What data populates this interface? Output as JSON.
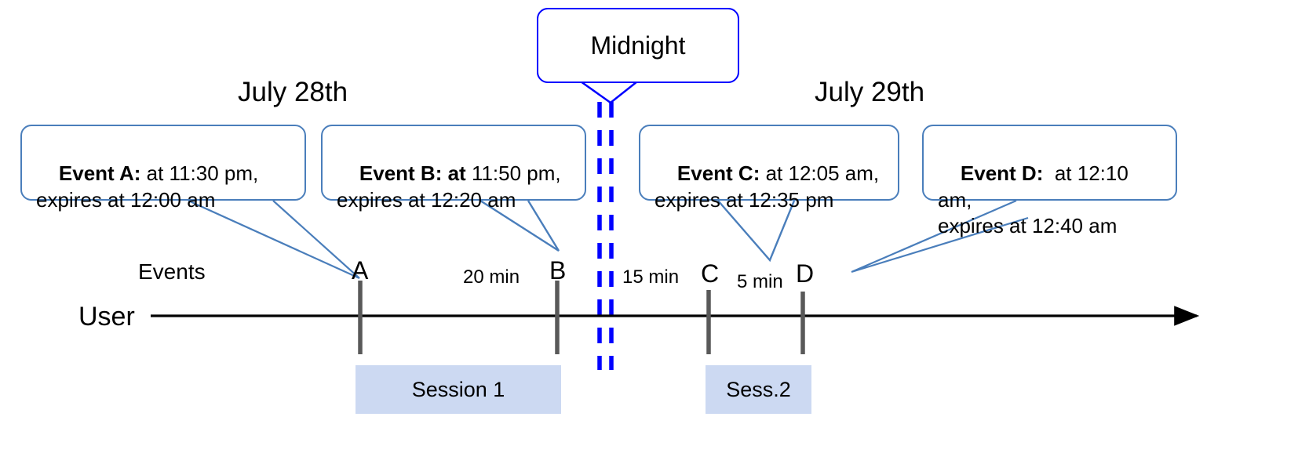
{
  "diagram": {
    "title_note": "Event expiry across midnight session timeline",
    "colors": {
      "callout_border": "#4a7ebb",
      "midnight_border": "#0000ff",
      "session_fill": "#ccd9f2",
      "tick": "#595959",
      "axis": "#000000"
    }
  },
  "midnight": {
    "label": "Midnight"
  },
  "days": [
    {
      "label": "July 28th"
    },
    {
      "label": "July 29th"
    }
  ],
  "callouts": [
    {
      "id": "event-a",
      "title": "Event A:",
      "title_bold": "Event A:",
      "rest_line1": " at 11:30 pm,",
      "line2": "expires at 12:00 am",
      "full": "Event A: at 11:30 pm, expires at 12:00 am"
    },
    {
      "id": "event-b",
      "title": "Event B: at",
      "title_bold": "Event B: at",
      "rest_line1": " 11:50 pm,",
      "line2": "expires at 12:20 am",
      "full": "Event B: at 11:50 pm, expires at 12:20 am"
    },
    {
      "id": "event-c",
      "title": "Event C:",
      "title_bold": "Event C:",
      "rest_line1": " at 12:05 am,",
      "line2": "expires at 12:35 pm",
      "full": "Event C: at 12:05 am, expires at 12:35 pm"
    },
    {
      "id": "event-d",
      "title": "Event D:",
      "title_bold": "Event D:",
      "rest_line1": "  at 12:10 am,",
      "line2": "expires at 12:40 am",
      "full": "Event D:  at 12:10 am, expires at 12:40 am"
    }
  ],
  "axis": {
    "row_label": "User",
    "events_label": "Events"
  },
  "events": [
    {
      "letter": "A"
    },
    {
      "letter": "B"
    },
    {
      "letter": "C"
    },
    {
      "letter": "D"
    }
  ],
  "intervals": [
    {
      "label": "20 min"
    },
    {
      "label": "15 min"
    },
    {
      "label": "5 min"
    }
  ],
  "sessions": [
    {
      "label": "Session 1"
    },
    {
      "label": "Sess.2"
    }
  ]
}
